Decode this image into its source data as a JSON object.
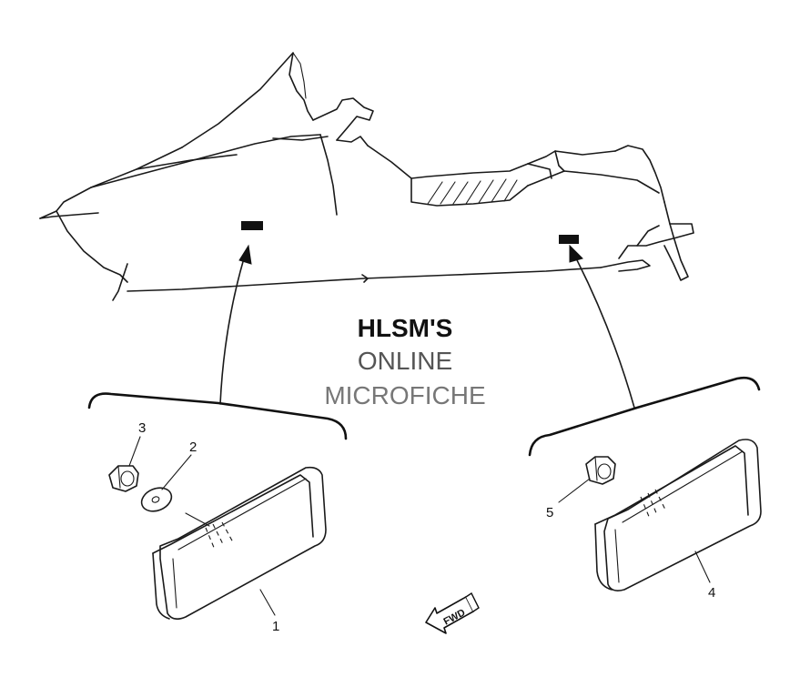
{
  "watermark": {
    "line1": "HLSM'S",
    "line2": "ONLINE",
    "line3": "MICROFICHE"
  },
  "callouts": {
    "c1": "1",
    "c2": "2",
    "c3": "3",
    "c4": "4",
    "c5": "5"
  },
  "direction_arrow": {
    "label": "FWD"
  },
  "icons": {
    "fwd": "forward-arrow-icon"
  }
}
